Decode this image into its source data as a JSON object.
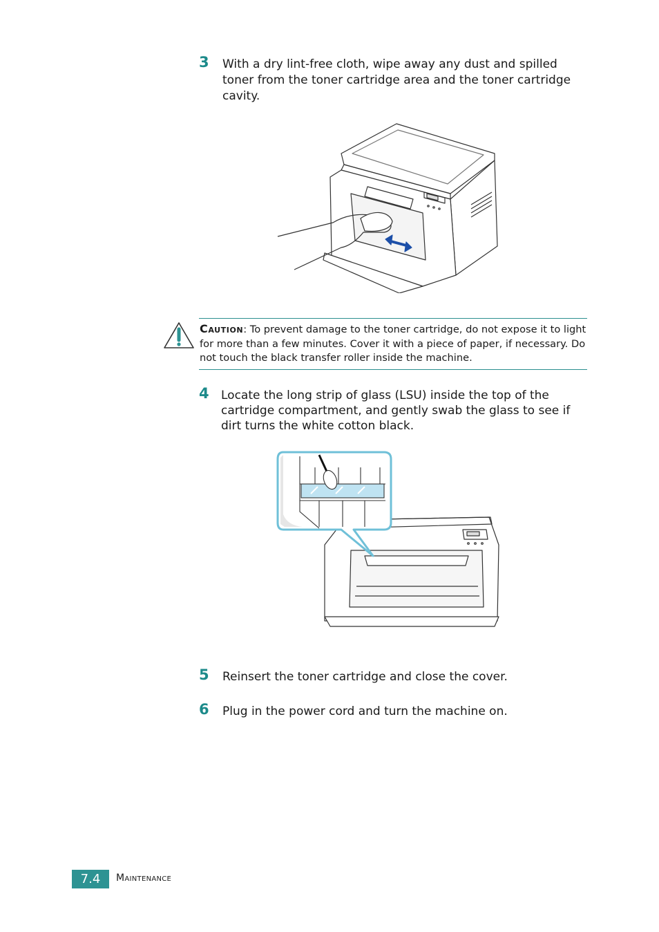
{
  "steps": [
    {
      "number": "3",
      "text": "With a dry lint-free cloth, wipe away any dust and spilled toner from the toner cartridge area and the toner cartridge cavity."
    },
    {
      "number": "4",
      "text": "Locate the long strip of glass (LSU) inside the top of the cartridge compartment, and gently swab the glass to see if dirt turns the white cotton black."
    },
    {
      "number": "5",
      "text": "Reinsert the toner cartridge and close the cover."
    },
    {
      "number": "6",
      "text": "Plug in the power cord and turn the machine on."
    }
  ],
  "caution": {
    "label": "Caution",
    "text": ": To prevent damage to the toner cartridge, do not expose it to light for more than a few minutes. Cover it with a piece of paper, if necessary. Do not touch the black transfer roller inside the machine.",
    "icon": "warning-triangle-icon"
  },
  "footer": {
    "page_number": "7.4",
    "section": "Maintenance"
  },
  "colors": {
    "accent": "#2d9393",
    "callout": "#6fc0d8",
    "glass": "#bfe3f2"
  }
}
